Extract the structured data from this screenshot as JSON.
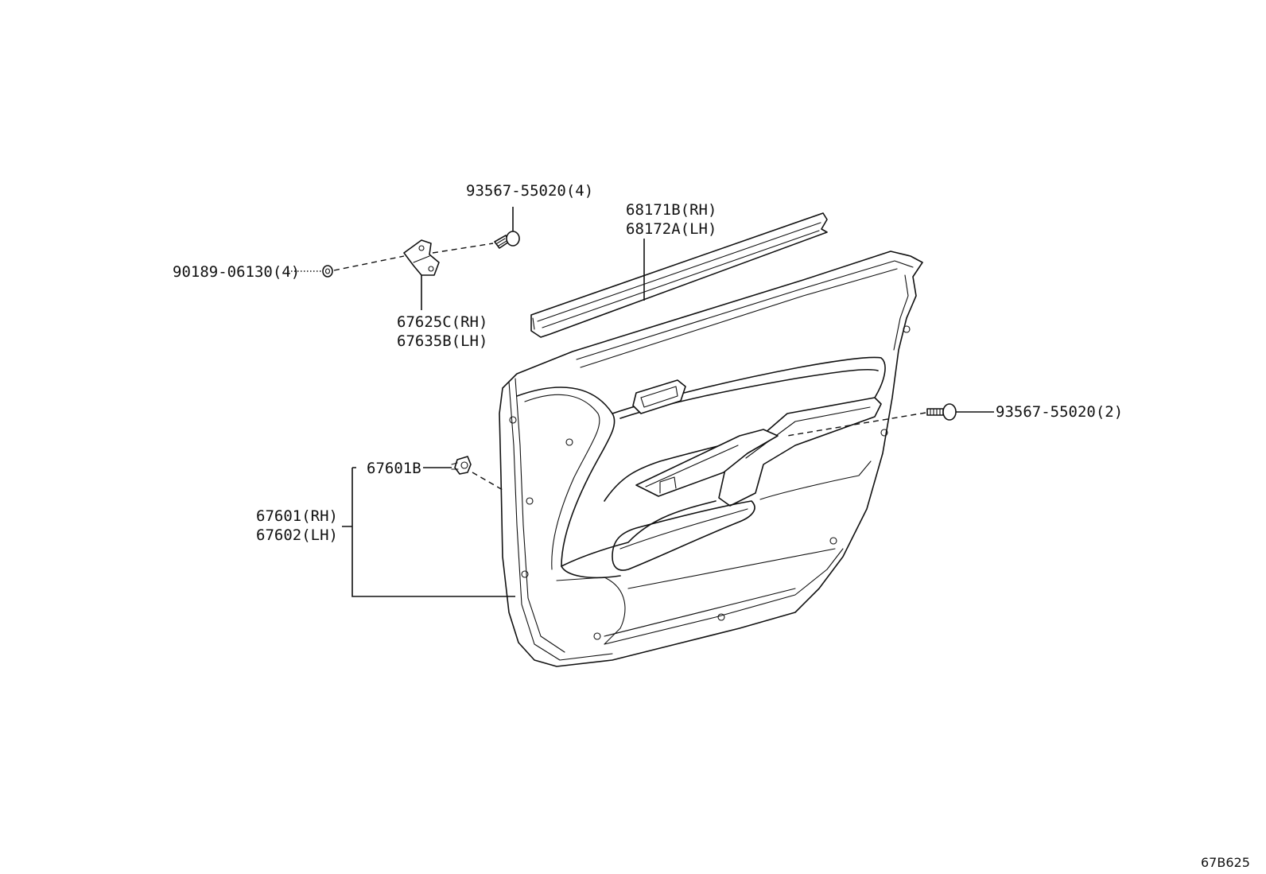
{
  "diagram": {
    "callouts": {
      "screw_top": "93567-55020(4)",
      "nut_left": "90189-06130(4)",
      "bracket_rh": "67625C(RH)",
      "bracket_lh": "67635B(LH)",
      "weatherstrip_rh": "68171B(RH)",
      "weatherstrip_lh": "68172A(LH)",
      "screw_right": "93567-55020(2)",
      "clip": "67601B",
      "panel_rh": "67601(RH)",
      "panel_lh": "67602(LH)"
    },
    "figure_code": "67B625"
  }
}
